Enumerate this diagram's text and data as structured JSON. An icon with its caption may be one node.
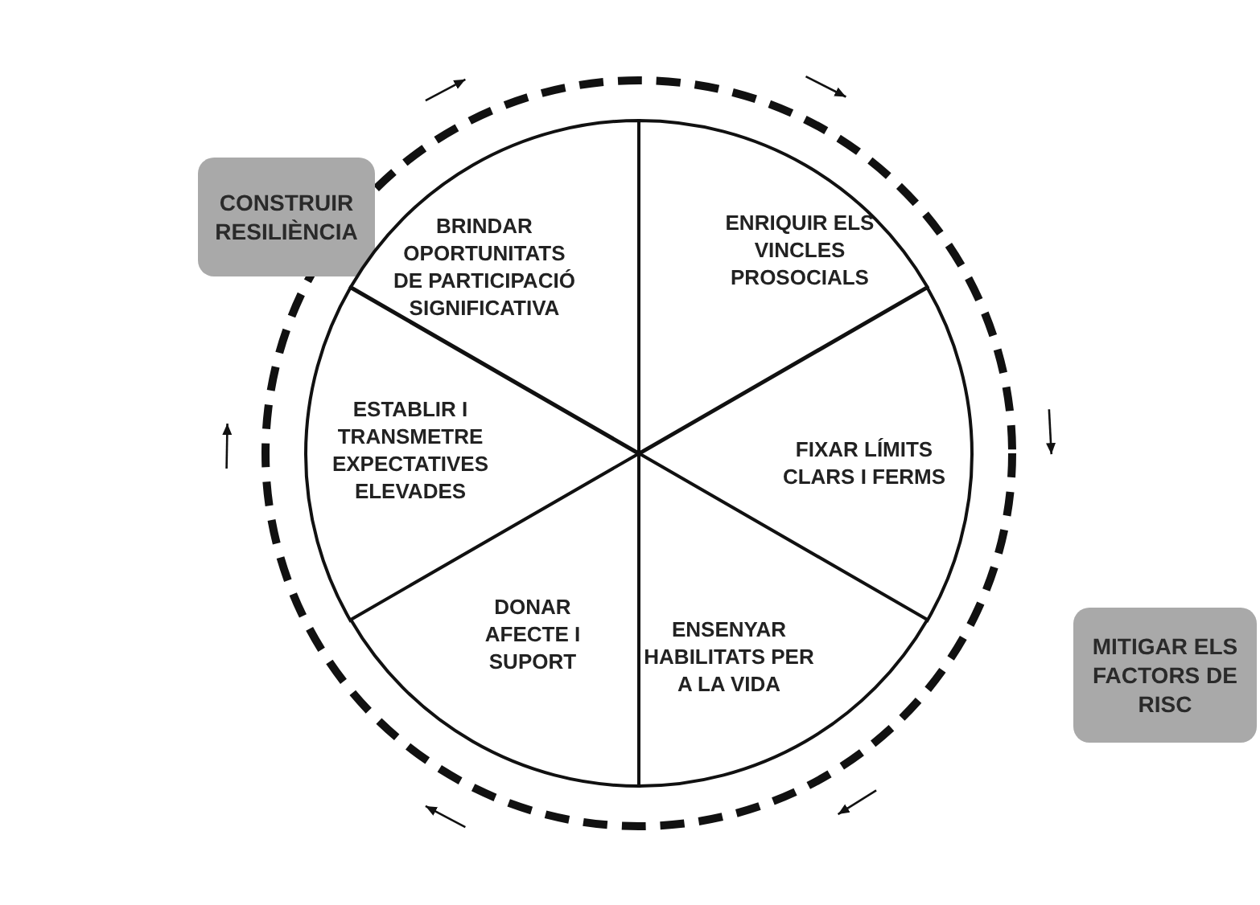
{
  "diagram": {
    "nodes": [
      {
        "text": [
          "CONSTRUIR RESILIÈNCIA"
        ]
      },
      {
        "text": [
          "BRINDAR OPORTUNITATS DE PARTICIPACIÓ SIGNIFICATIVA"
        ]
      },
      {
        "text": [
          "ENRIQUIR ELS VINCLES PROSOCIALS"
        ]
      },
      {
        "text": [
          "ESTABLIR I TRANSMETRE EXPECTATIVES ELEVADES"
        ]
      },
      {
        "text": [
          "FIXAR LÍMITS CLARS I FERMS"
        ]
      },
      {
        "text": [
          "DONAR AFECTE I SUPORT"
        ]
      },
      {
        "text": [
          "ENSENYAR HABILITATS PER A LA VIDA"
        ]
      },
      {
        "text": [
          "MITIGAR ELS FACTORS DE RISC"
        ]
      }
    ]
  }
}
